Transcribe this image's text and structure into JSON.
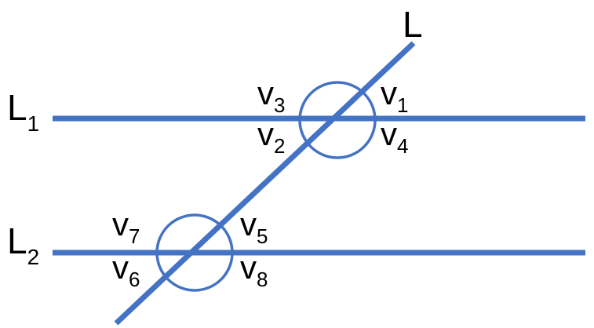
{
  "labels": {
    "transversal": "L",
    "line1": {
      "base": "L",
      "sub": "1"
    },
    "line2": {
      "base": "L",
      "sub": "2"
    },
    "v1": {
      "base": "v",
      "sub": "1"
    },
    "v2": {
      "base": "v",
      "sub": "2"
    },
    "v3": {
      "base": "v",
      "sub": "3"
    },
    "v4": {
      "base": "v",
      "sub": "4"
    },
    "v5": {
      "base": "v",
      "sub": "5"
    },
    "v6": {
      "base": "v",
      "sub": "6"
    },
    "v7": {
      "base": "v",
      "sub": "7"
    },
    "v8": {
      "base": "v",
      "sub": "8"
    }
  },
  "colors": {
    "line": "#4472C4",
    "text": "#000000"
  }
}
